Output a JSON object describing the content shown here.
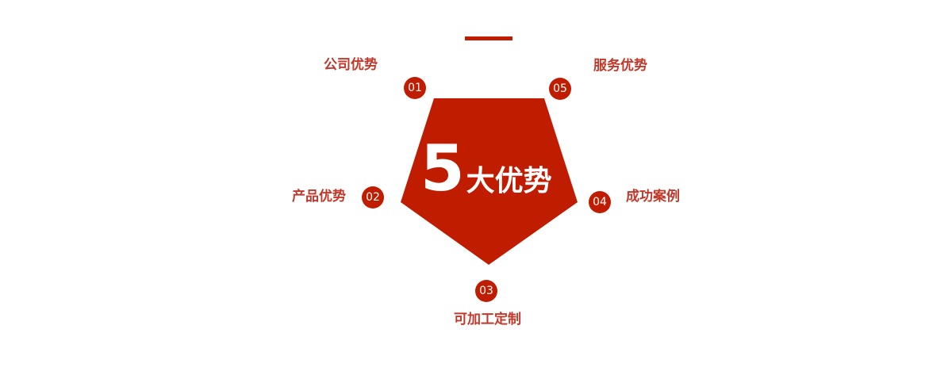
{
  "title": {
    "number": "5",
    "text": "大优势"
  },
  "items": [
    {
      "number": "01",
      "label": "公司优势"
    },
    {
      "number": "02",
      "label": "产品优势"
    },
    {
      "number": "03",
      "label": "可加工定制"
    },
    {
      "number": "04",
      "label": "成功案例"
    },
    {
      "number": "05",
      "label": "服务优势"
    }
  ],
  "colors": {
    "accent": "#c01c00",
    "label": "#c0392b",
    "background": "#ffffff"
  }
}
